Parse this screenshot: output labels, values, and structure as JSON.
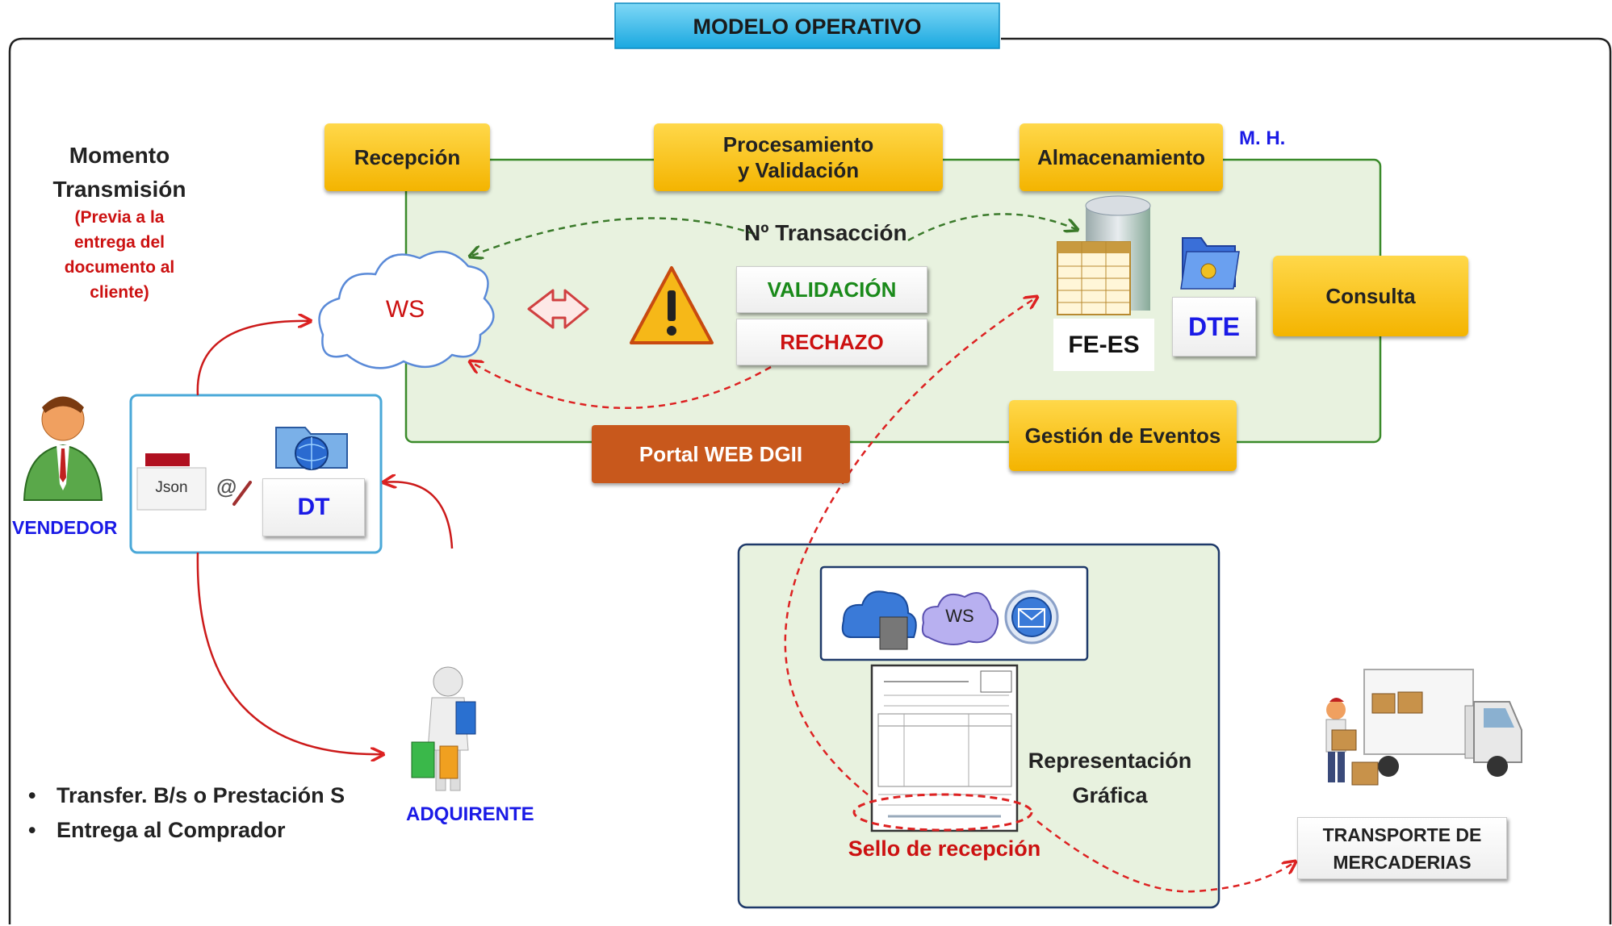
{
  "title": "MODELO OPERATIVO",
  "mh_label": "M. H.",
  "stages": {
    "recepcion": "Recepción",
    "procesamiento_line1": "Procesamiento",
    "procesamiento_line2": "y Validación",
    "almacenamiento": "Almacenamiento",
    "consulta": "Consulta",
    "gestion_eventos": "Gestión de Eventos",
    "portal": "Portal WEB DGII"
  },
  "ws_label": "WS",
  "transaccion": "Nº Transacción",
  "validacion": "VALIDACIÓN",
  "rechazo": "RECHAZO",
  "fe_es": "FE-ES",
  "dte": "DTE",
  "momento": {
    "line1": "Momento",
    "line2": "Transmisión",
    "note1": "(Previa a la",
    "note2": "entrega del",
    "note3": "documento al",
    "note4": "cliente)"
  },
  "vendedor": "VENDEDOR",
  "json_label": "Json",
  "dt_label": "DT",
  "adquirente": "ADQUIRENTE",
  "bullets": [
    "Transfer. B/s o Prestación S",
    "Entrega al Comprador"
  ],
  "services_ws": "WS",
  "representacion_line1": "Representación",
  "representacion_line2": "Gráfica",
  "sello": "Sello de recepción",
  "transporte_line1": "TRANSPORTE DE",
  "transporte_line2": "MERCADERIAS",
  "colors": {
    "yellow": "#f4b400",
    "green_panel": "#e8f2df",
    "green_border": "#3a8a2a",
    "blue_text": "#1a1ae6",
    "red_text": "#cc1111",
    "orange": "#c8581c",
    "title_blue": "#29b6e8"
  },
  "icons": [
    "cloud-icon",
    "double-arrow-icon",
    "warning-icon",
    "database-icon",
    "folder-icon",
    "person-icon",
    "shopper-icon",
    "envelope-icon",
    "truck-icon",
    "document-icon"
  ]
}
